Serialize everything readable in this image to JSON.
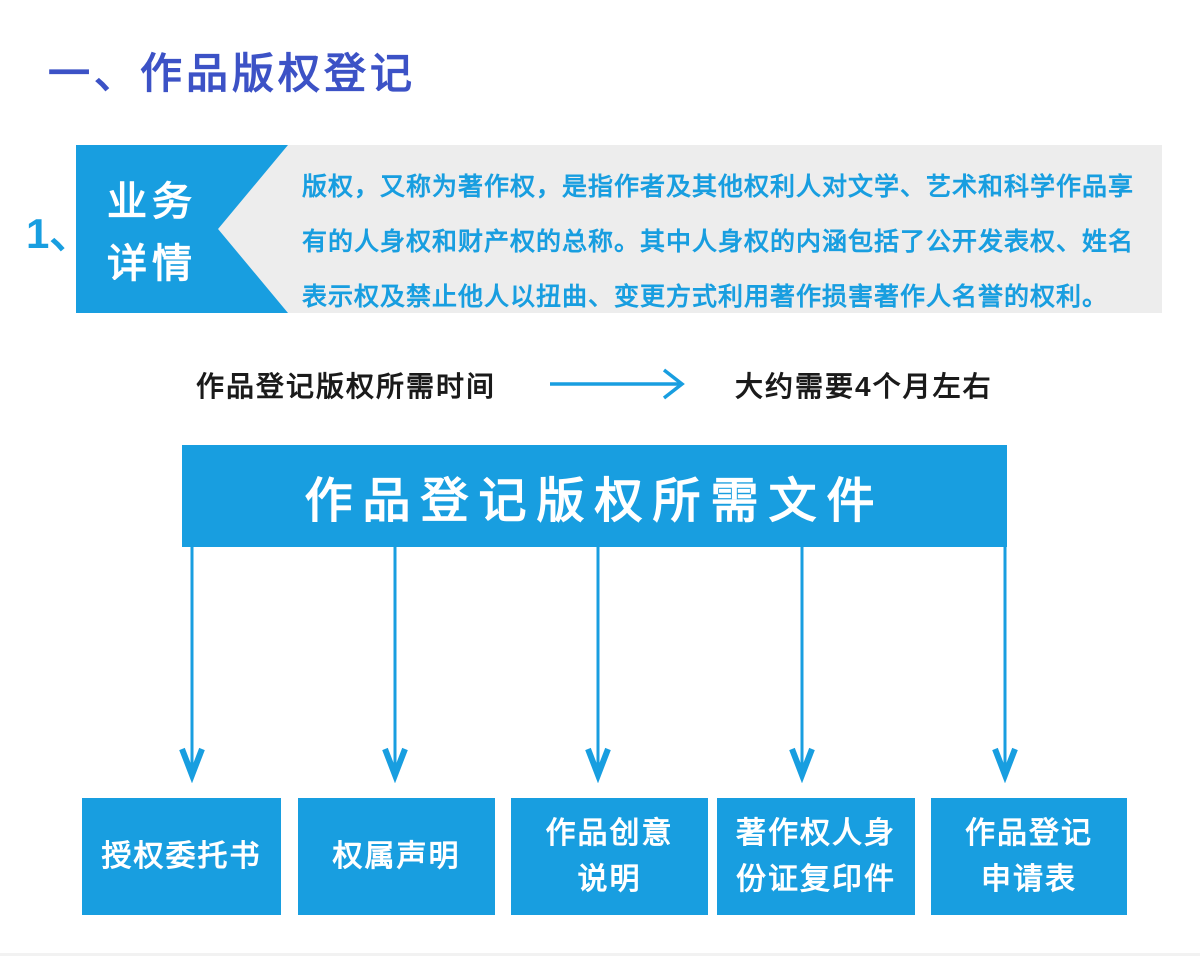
{
  "colors": {
    "accent_cyan": "#189EE0",
    "title_blue": "#3C52C6",
    "panel_gray": "#EDEDED",
    "text_dark": "#1A1A1A",
    "text_white": "#FFFFFF"
  },
  "header": {
    "section_title": "一、作品版权登记",
    "item_number": "1、"
  },
  "business_detail": {
    "tag_lines": [
      "业务",
      "详情"
    ],
    "description_lines": [
      "版权，又称为著作权，是指作者及其他权利人对文学、艺术和科学作品享",
      "有的人身权和财产权的总称。其中人身权的内涵包括了公开发表权、姓名",
      "表示权及禁止他人以扭曲、变更方式利用著作损害著作人名誉的权利。"
    ]
  },
  "timeline": {
    "label": "作品登记版权所需时间",
    "arrow_icon": "right-arrow",
    "value": "大约需要4个月左右"
  },
  "documents": {
    "banner_title": "作品登记版权所需文件",
    "arrow_icon": "down-arrow",
    "items": [
      {
        "lines": [
          "授权委托书"
        ]
      },
      {
        "lines": [
          "权属声明"
        ]
      },
      {
        "lines": [
          "作品创意",
          "说明"
        ]
      },
      {
        "lines": [
          "著作权人身",
          "份证复印件"
        ]
      },
      {
        "lines": [
          "作品登记",
          "申请表"
        ]
      }
    ]
  }
}
